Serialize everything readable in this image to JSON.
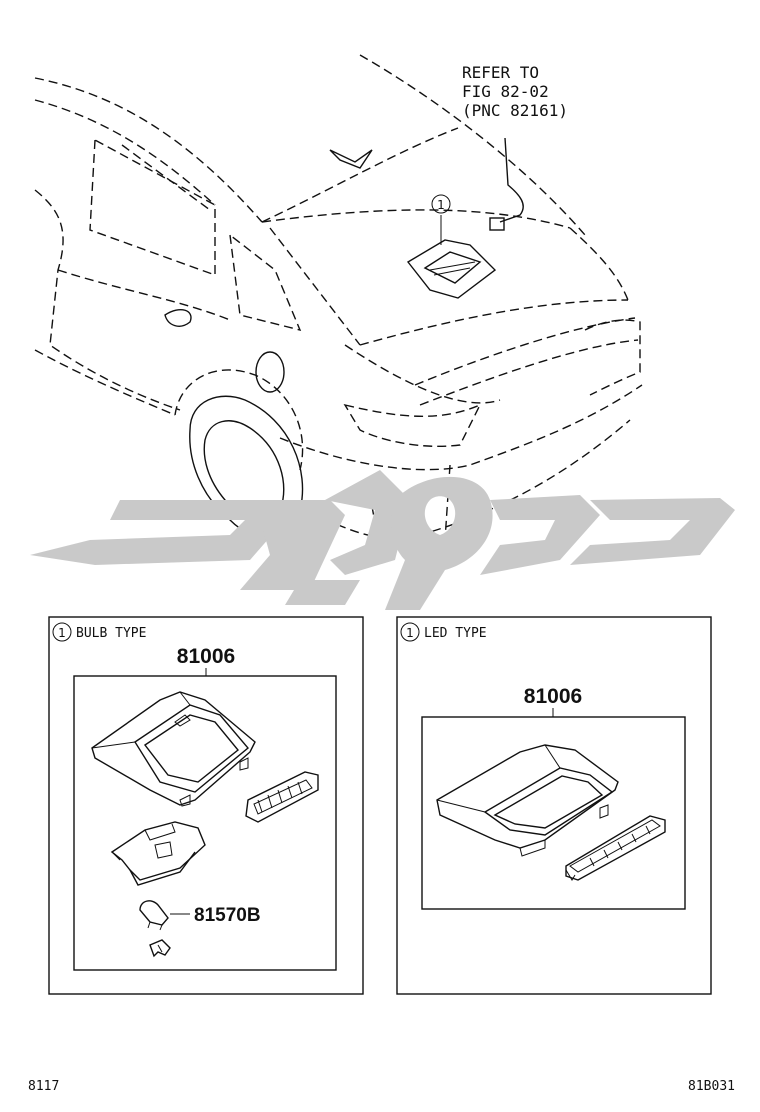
{
  "callout": {
    "line1": "REFER TO",
    "line2": "FIG 82-02",
    "line3": "(PNC 82161)",
    "marker": "1"
  },
  "bulb_panel": {
    "marker": "1",
    "title": "BULB TYPE",
    "part_main": "81006",
    "part_bulb": "81570B"
  },
  "led_panel": {
    "marker": "1",
    "title": "LED TYPE",
    "part_main": "81006"
  },
  "footer": {
    "left_code": "8117",
    "right_code": "81B031"
  }
}
